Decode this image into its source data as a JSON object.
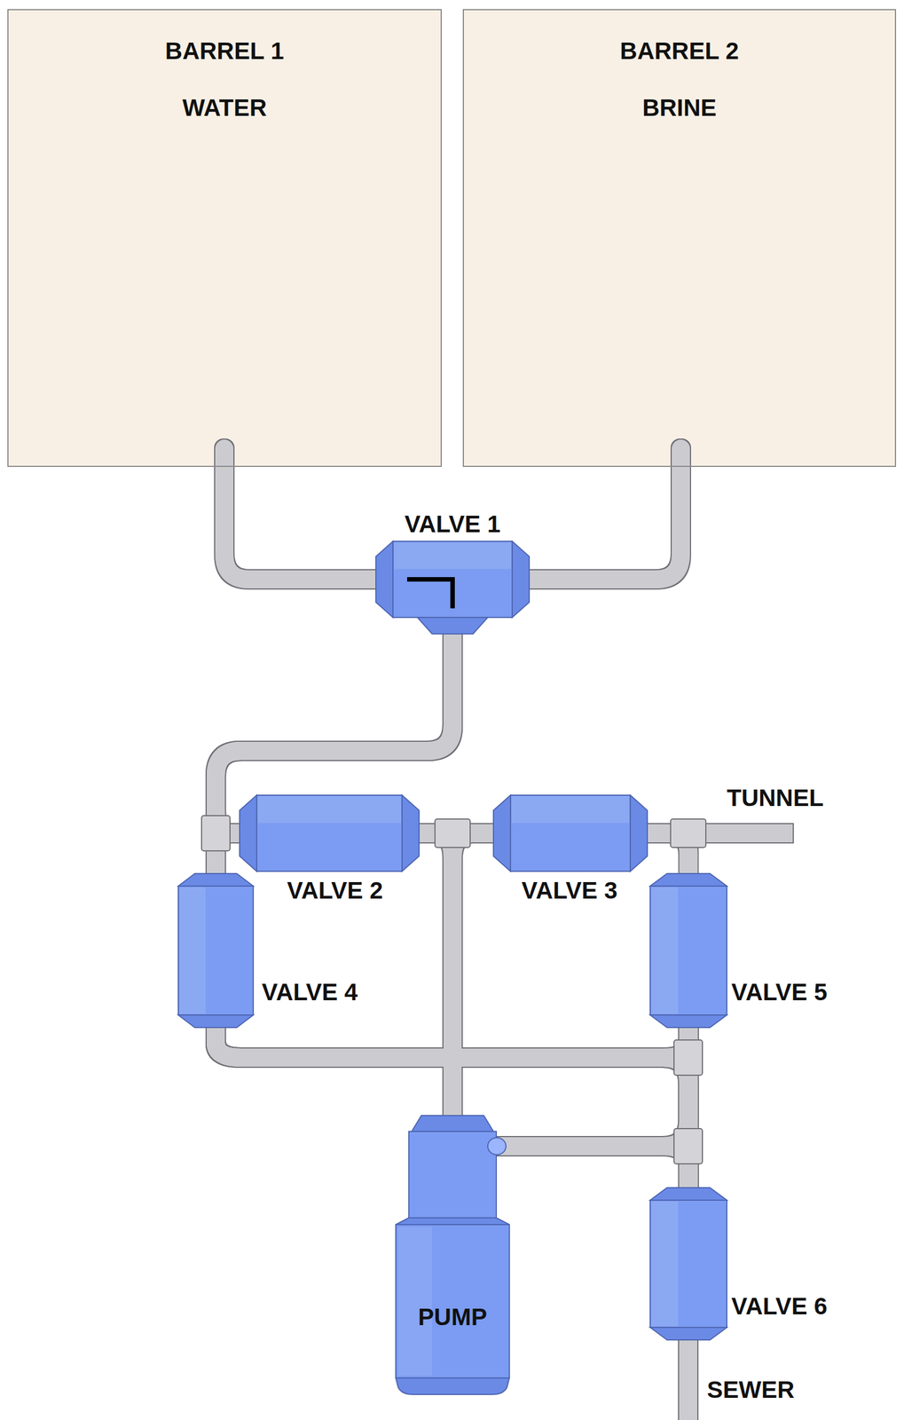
{
  "diagram": {
    "nodes": [
      {
        "text": [
          "BARREL 1",
          "WATER"
        ]
      },
      {
        "text": [
          "BARREL 2",
          "BRINE"
        ]
      },
      {
        "text": [
          "VALVE 1"
        ]
      },
      {
        "text": [
          "VALVE 2"
        ]
      },
      {
        "text": [
          "VALVE 3"
        ]
      },
      {
        "text": [
          "VALVE 4"
        ]
      },
      {
        "text": [
          "VALVE 5"
        ]
      },
      {
        "text": [
          "PUMP"
        ]
      },
      {
        "text": [
          "VALVE 6"
        ]
      }
    ],
    "edges": [
      {
        "from": 0,
        "to": 2,
        "arrow": "none"
      },
      {
        "from": 1,
        "to": 2,
        "arrow": "none"
      },
      {
        "from": 2,
        "to": 3,
        "arrow": "none"
      },
      {
        "from": 2,
        "to": 5,
        "arrow": "none"
      },
      {
        "from": 3,
        "to": 4,
        "arrow": "none"
      },
      {
        "from": 3,
        "to": 7,
        "arrow": "none"
      },
      {
        "from": 4,
        "to": 7,
        "arrow": "none"
      },
      {
        "from": 4,
        "to": 6,
        "arrow": "none"
      },
      {
        "from": 5,
        "to": 6,
        "arrow": "none"
      },
      {
        "from": 5,
        "to": 7,
        "arrow": "none"
      },
      {
        "from": 5,
        "to": 8,
        "arrow": "none"
      },
      {
        "from": 6,
        "to": 7,
        "arrow": "none"
      },
      {
        "from": 6,
        "to": 8,
        "arrow": "none"
      },
      {
        "from": 7,
        "to": 8,
        "arrow": "none"
      }
    ],
    "labels": [
      "TUNNEL",
      "SEWER"
    ]
  }
}
